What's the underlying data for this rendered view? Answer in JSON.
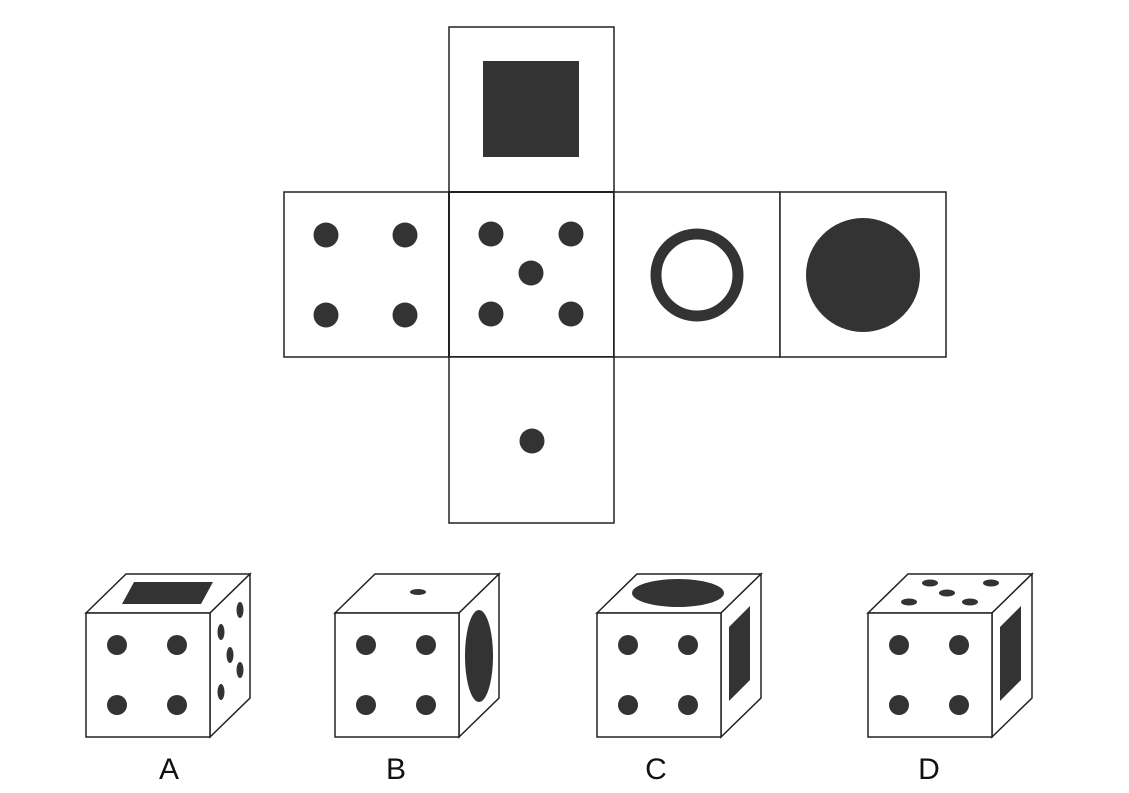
{
  "colors": {
    "ink": "#333333",
    "line": "#222222",
    "paper": "#ffffff"
  },
  "net": {
    "faces": [
      {
        "id": "top",
        "symbol": "filled-square"
      },
      {
        "id": "left",
        "symbol": "four-dots"
      },
      {
        "id": "center",
        "symbol": "five-dots"
      },
      {
        "id": "right",
        "symbol": "ring"
      },
      {
        "id": "far-right",
        "symbol": "filled-circle"
      },
      {
        "id": "bottom",
        "symbol": "one-dot"
      }
    ]
  },
  "options": [
    {
      "label": "A",
      "front": "four-dots",
      "top": "filled-square",
      "side": "five-dots"
    },
    {
      "label": "B",
      "front": "four-dots",
      "top": "one-dot",
      "side": "filled-circle"
    },
    {
      "label": "C",
      "front": "four-dots",
      "top": "filled-circle",
      "side": "filled-square"
    },
    {
      "label": "D",
      "front": "four-dots",
      "top": "five-dots",
      "side": "filled-square"
    }
  ]
}
